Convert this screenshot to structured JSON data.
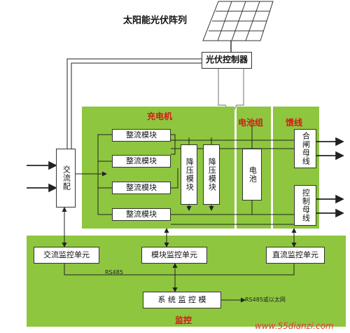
{
  "pv_array": {
    "label": "太阳能光伏阵列"
  },
  "pv_controller": {
    "label": "光伏控制器"
  },
  "charger": {
    "title": "充电机",
    "rectifiers": [
      "整流模块",
      "整流模块",
      "整流模块",
      "整流模块"
    ],
    "buck_modules": [
      "降压模块",
      "降压模块"
    ]
  },
  "battery_group": {
    "title": "电池组",
    "battery": "电池"
  },
  "feeder": {
    "title": "馈线",
    "closing_bus": "合闸母线",
    "control_bus": "控制母线"
  },
  "ac_distribution": {
    "label": "交流配"
  },
  "monitoring": {
    "title": "监控",
    "ac_monitor": "交流监控单元",
    "module_monitor": "模块监控单元",
    "dc_monitor": "直流监控单元",
    "system_monitor": "系 统 监 控 模",
    "rs485_label": "RS485",
    "rs485_network": "RS485或以太网"
  },
  "watermark": "www.55dianzi.com",
  "colors": {
    "zone_green": "#8ec63f",
    "title_red": "#d11a1a",
    "line": "#222222",
    "pipe_gray": "#888888"
  }
}
